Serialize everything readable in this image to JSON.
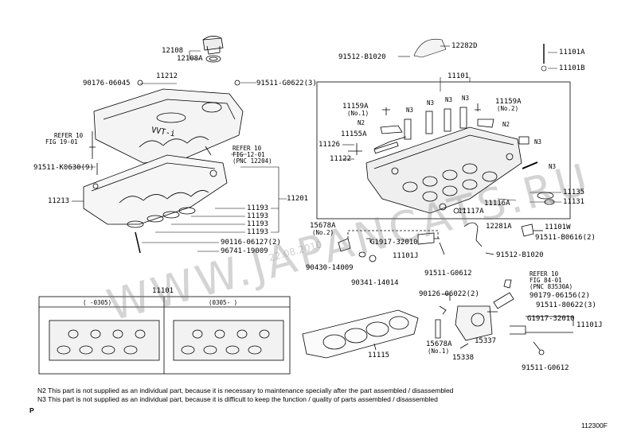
{
  "watermark": {
    "text": "WWW.JAPANCATS.RU",
    "date": "22.08.2010"
  },
  "parts": {
    "p12108": "12108",
    "p12108A": "12108A",
    "p90176": "90176-06045",
    "p11212": "11212",
    "p91511_G0622_3": "91511-G0622(3)",
    "refer10_a": "REFER 10",
    "fig19": "FIG 19-01",
    "refer10_b": "REFER 10",
    "fig12": "FIG 12-01",
    "pnc12204": "(PNC 12204)",
    "p91511_K0630": "91511-K0630(9)",
    "p11213": "11213",
    "p11201": "11201",
    "p11193_1": "11193",
    "p11193_2": "11193",
    "p11193_3": "11193",
    "p11193_4": "11193",
    "p90116": "90116-06127(2)",
    "p96741": "96741-19009",
    "p91512_B1020_top": "91512-B1020",
    "p12282D": "12282D",
    "p11101A": "11101A",
    "p11101B": "11101B",
    "p11101_top": "11101",
    "p11159A_1": "11159A",
    "no1_a": "(No.1)",
    "p11159A_2": "11159A",
    "no2_a": "(No.2)",
    "n2_a": "N2",
    "n2_b": "N2",
    "n3_a": "N3",
    "n3_b": "N3",
    "n3_c": "N3",
    "n3_d": "N3",
    "n3_e": "N3",
    "n3_f": "N3",
    "p11155A": "11155A",
    "p11126": "11126",
    "p11122": "11122",
    "p11135": "11135",
    "p11131": "11131",
    "p11116A": "11116A",
    "p11117A": "11117A",
    "p12281A": "12281A",
    "p11101W": "11101W",
    "p91511_B0616": "91511-B0616(2)",
    "p15678A_top": "15678A",
    "no2_b": "(No.2)",
    "pG1917_a": "G1917-32010",
    "p11101J_a": "11101J",
    "p91512_B1020_b": "91512-B1020",
    "p90430": "90430-14009",
    "p90341": "90341-14014",
    "p91511_G0612_a": "91511-G0612",
    "p90126": "90126-06022(2)",
    "refer10_c": "REFER 10",
    "fig84": "FIG 84-01",
    "pnc83530": "(PNC 83530A)",
    "p90179": "90179-06156(2)",
    "p91511_80622": "91511-80622(3)",
    "pG1917_b": "G1917-32010",
    "p11101J_b": "11101J",
    "p15337": "15337",
    "p15338": "15338",
    "p15678A_bot": "15678A",
    "no1_b": "(No.1)",
    "p11115": "11115",
    "p91511_G0612_b": "91511-G0612",
    "inset_title": "11101",
    "inset_col1": "(    -0305)",
    "inset_col2": "(0305-    )"
  },
  "notes": {
    "n2": "N2  This part is not supplied as an individual part, because it is necessary to maintenance specially after the part assembled / disassembled",
    "n3": "N3  This part is not supplied as an individual part, because it is difficult to keep the function / quality of parts  assembled / disassembled",
    "p_marker": "P",
    "page_code": "112300F"
  }
}
